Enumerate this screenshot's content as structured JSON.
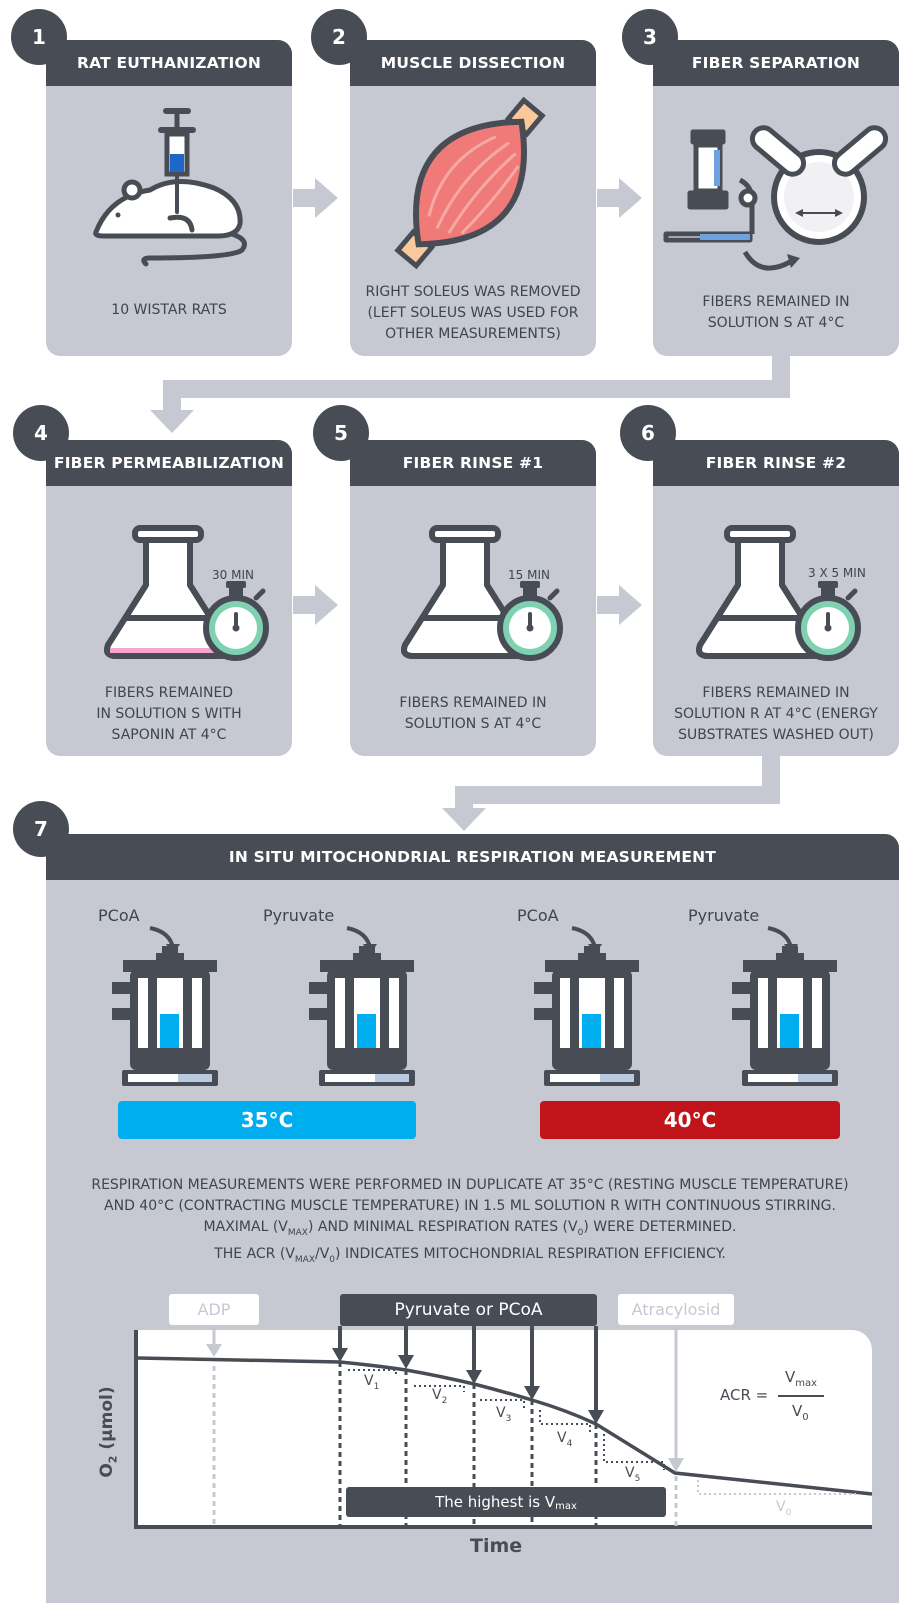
{
  "steps": [
    {
      "num": "1",
      "title": "RAT EUTHANIZATION",
      "desc": [
        "10 WISTAR RATS"
      ]
    },
    {
      "num": "2",
      "title": "MUSCLE DISSECTION",
      "desc": [
        "RIGHT SOLEUS WAS REMOVED",
        "(LEFT SOLEUS WAS USED FOR",
        "OTHER MEASUREMENTS)"
      ]
    },
    {
      "num": "3",
      "title": "FIBER SEPARATION",
      "desc": [
        "FIBERS REMAINED IN",
        "SOLUTION S AT 4°C"
      ]
    },
    {
      "num": "4",
      "title": "FIBER PERMEABILIZATION",
      "desc": [
        "FIBERS REMAINED",
        "IN SOLUTION S WITH",
        "SAPONIN AT 4°C"
      ],
      "timer": "30 MIN"
    },
    {
      "num": "5",
      "title": "FIBER RINSE #1",
      "desc": [
        "FIBERS REMAINED IN",
        "SOLUTION S AT 4°C"
      ],
      "timer": "15 MIN"
    },
    {
      "num": "6",
      "title": "FIBER RINSE #2",
      "desc": [
        "FIBERS REMAINED IN",
        "SOLUTION R AT 4°C (ENERGY",
        "SUBSTRATES WASHED OUT)"
      ],
      "timer": "3 X 5 MIN"
    }
  ],
  "step7": {
    "num": "7",
    "title": "IN SITU MITOCHONDRIAL RESPIRATION MEASUREMENT",
    "reagents": [
      "PCoA",
      "Pyruvate",
      "PCoA",
      "Pyruvate"
    ],
    "temps": [
      "35°C",
      "40°C"
    ],
    "paragraph": [
      "RESPIRATION MEASUREMENTS WERE PERFORMED IN DUPLICATE AT 35°C (RESTING MUSCLE TEMPERATURE)",
      "AND 40°C (CONTRACTING MUSCLE TEMPERATURE) IN 1.5 ML SOLUTION R WITH CONTINUOUS STIRRING."
    ],
    "para3": {
      "a": "MAXIMAL (V",
      "b": "MAX",
      "c": ") AND MINIMAL RESPIRATION RATES (V",
      "d": "0",
      "e": ") WERE DETERMINED."
    },
    "para4": {
      "a": "THE ACR (V",
      "b": "MAX",
      "c": "/V",
      "d": "0",
      "e": ") INDICATES MITOCHONDRIAL RESPIRATION EFFICIENCY."
    }
  },
  "graph": {
    "adp": "ADP",
    "pyruvate_pcoa": "Pyruvate or PCoA",
    "atracylosid": "Atracylosid",
    "ylabel_main": "O",
    "ylabel_sub": "2",
    "ylabel_unit": " (µmol)",
    "xlabel": "Time",
    "v_labels": [
      "V",
      "V",
      "V",
      "V",
      "V"
    ],
    "v_subs": [
      "1",
      "2",
      "3",
      "4",
      "5"
    ],
    "v0_main": "V",
    "v0_sub": "0",
    "highest_main": "The highest is V",
    "highest_sub": "max",
    "acr_label": "ACR =",
    "acr_num_main": "V",
    "acr_num_sub": "max",
    "acr_den_main": "V",
    "acr_den_sub": "0"
  },
  "colors": {
    "dark": "#474c55",
    "card": "#c6c9d1",
    "blue": "#00aeef",
    "red": "#c0141a",
    "pink": "#f5a3cf",
    "lightblue": "#7aa6f5",
    "muscle": "#ef7a78",
    "timer": "#7fd1b2"
  },
  "icons": [
    "syringe-icon",
    "rat-icon",
    "muscle-icon",
    "microscope-icon",
    "tweezers-icon",
    "flask-icon",
    "stopwatch-icon",
    "oxygraph-icon"
  ]
}
